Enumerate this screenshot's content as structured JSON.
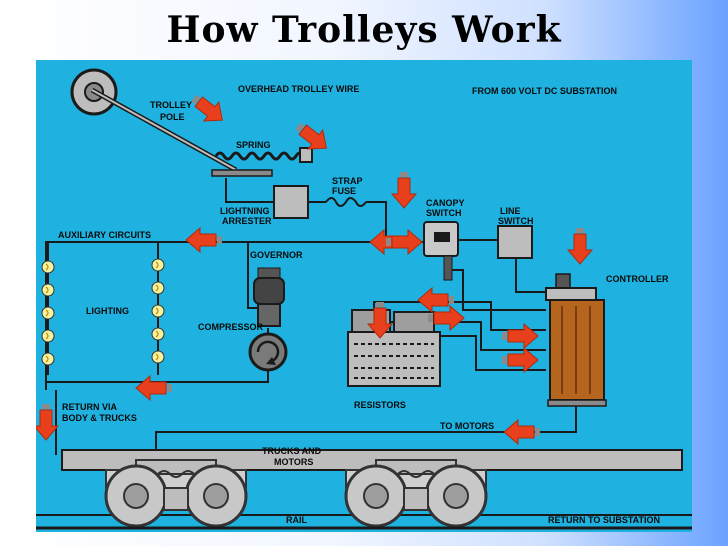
{
  "title": "How Trolleys Work",
  "colors": {
    "background": "#1fb2e0",
    "wire": "#1a1a1a",
    "arrow": "#e8401c",
    "controller": "#b5651d",
    "lamp": "#f2f2a0"
  },
  "labels": {
    "overhead_wire": "OVERHEAD TROLLEY WIRE",
    "substation_from": "FROM 600 VOLT DC SUBSTATION",
    "trolley": "TROLLEY",
    "pole": "POLE",
    "spring": "SPRING",
    "strap": "STRAP",
    "fuse": "FUSE",
    "lightning": "LIGHTNING",
    "arrester": "ARRESTER",
    "canopy": "CANOPY",
    "switch_c": "SWITCH",
    "line": "LINE",
    "switch_l": "SWITCH",
    "auxiliary": "AUXILIARY CIRCUITS",
    "governor": "GOVERNOR",
    "controller": "CONTROLLER",
    "lighting": "LIGHTING",
    "compressor": "COMPRESSOR",
    "resistors": "RESISTORS",
    "return_via": "RETURN VIA",
    "body_trucks": "BODY & TRUCKS",
    "to_motors": "TO MOTORS",
    "trucks_and": "TRUCKS AND",
    "motors": "MOTORS",
    "rail": "RAIL",
    "return_substation": "RETURN TO SUBSTATION"
  }
}
